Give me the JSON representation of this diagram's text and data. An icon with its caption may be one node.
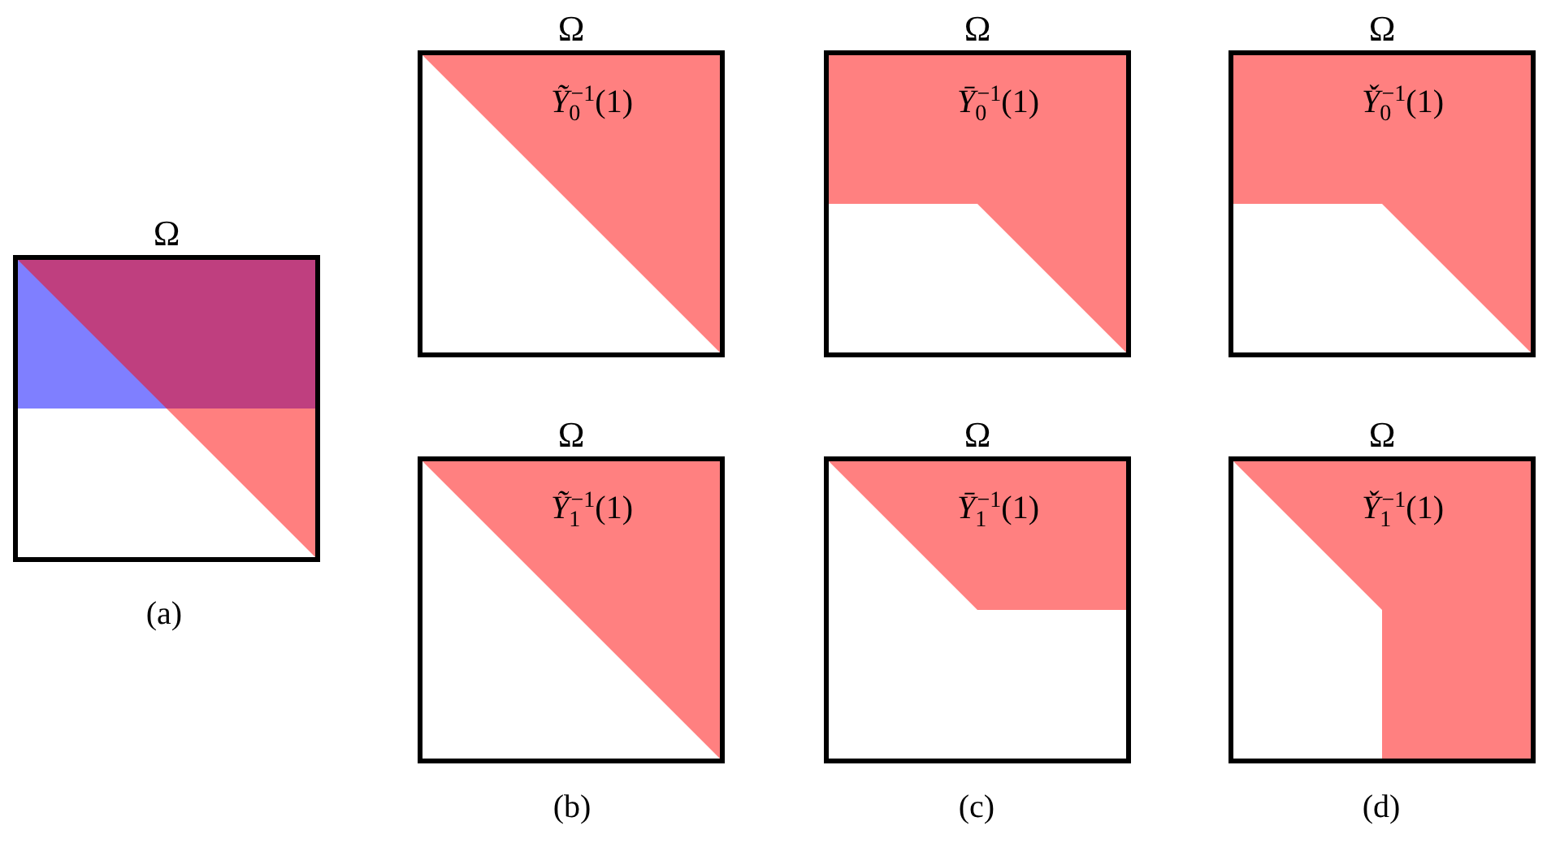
{
  "diagram": {
    "nodes": [
      {
        "text": [
          "Ω"
        ]
      },
      {
        "text": [
          "Ω"
        ]
      },
      {
        "text": [
          "*Ỹ*$_{0}$$^{−1}$(1)"
        ],
        "in": 1
      },
      {
        "text": [
          "Ω"
        ]
      },
      {
        "text": [
          "*Ȳ*$_{0}$$^{−1}$(1)"
        ],
        "in": 3
      },
      {
        "text": [
          "Ω"
        ]
      },
      {
        "text": [
          "*Y̌*$_{0}$$^{−1}$(1)"
        ],
        "in": 5
      },
      {
        "text": [
          "Ω"
        ]
      },
      {
        "text": [
          "*Ỹ*$_{1}$$^{−1}$(1)"
        ],
        "in": 7
      },
      {
        "text": [
          "Ω"
        ]
      },
      {
        "text": [
          "*Ȳ*$_{1}$$^{−1}$(1)"
        ],
        "in": 9
      },
      {
        "text": [
          "Ω"
        ]
      },
      {
        "text": [
          "*Y̌*$_{1}$$^{−1}$(1)"
        ],
        "in": 11
      }
    ],
    "labels": [
      "(a)",
      "(b)",
      "(c)",
      "(d)"
    ]
  }
}
